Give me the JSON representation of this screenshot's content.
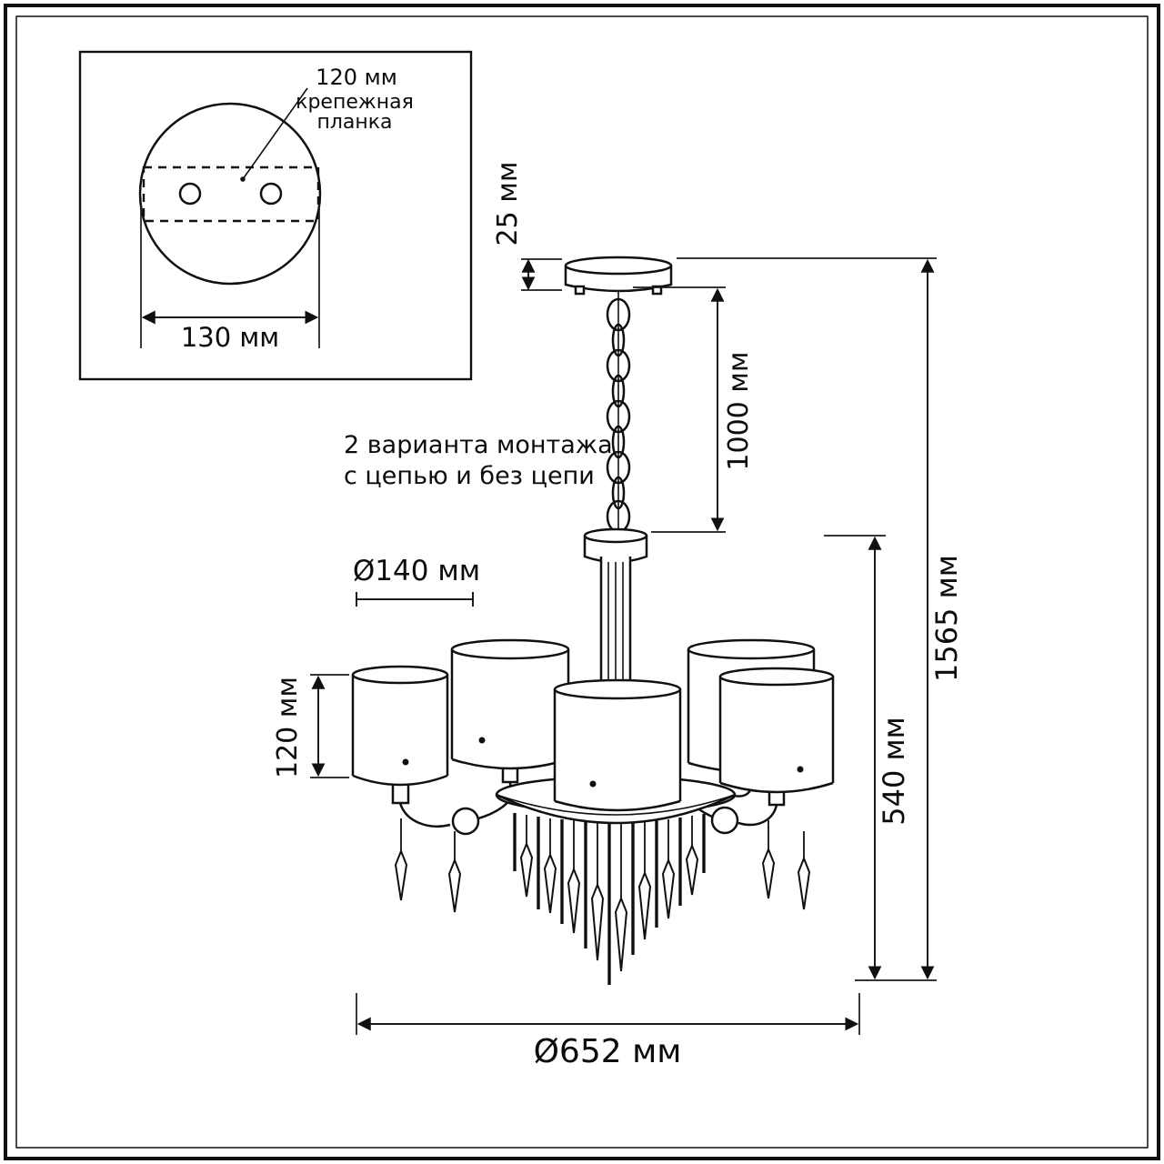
{
  "inset": {
    "hole_spacing_label": "120 мм",
    "bracket_label_line1": "крепежная",
    "bracket_label_line2": "планка",
    "plate_width_label": "130 мм"
  },
  "note": {
    "line1": "2 варианта монтажа",
    "line2": "с цепью и без цепи"
  },
  "dims": {
    "canopy_height": "25 мм",
    "chain_length": "1000 мм",
    "hub_diameter": "Ø140 мм",
    "shade_height": "120 мм",
    "body_height": "540 мм",
    "total_height": "1565 мм",
    "total_diameter": "Ø652 мм"
  }
}
